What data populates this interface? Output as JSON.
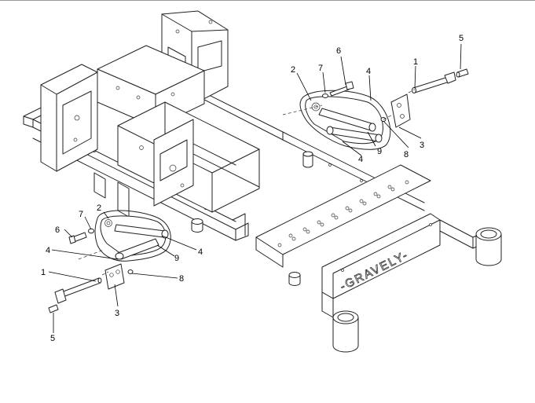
{
  "diagram": {
    "brand_text": "-GRAVELY-",
    "callouts_upper": [
      "1",
      "2",
      "3",
      "4",
      "4",
      "5",
      "6",
      "7",
      "8",
      "9"
    ],
    "callouts_lower": [
      "1",
      "2",
      "3",
      "4",
      "4",
      "5",
      "6",
      "7",
      "8",
      "9"
    ]
  }
}
